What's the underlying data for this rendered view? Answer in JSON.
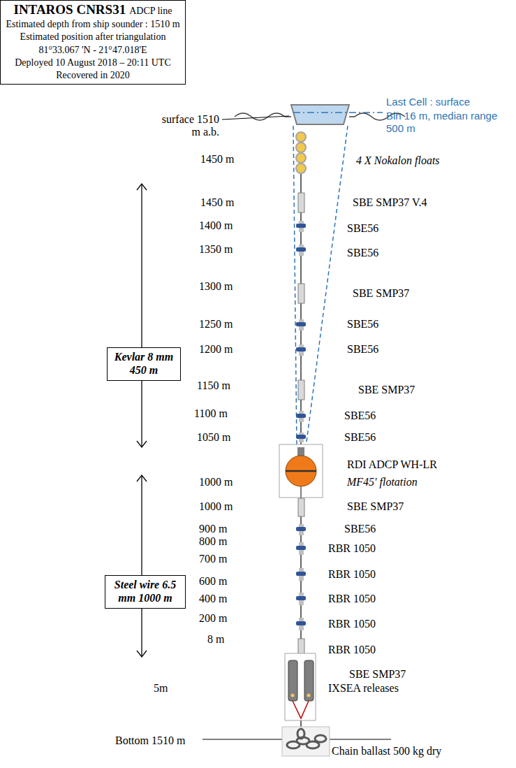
{
  "diagram": {
    "nodes": [
      {
        "text": [
          "INTAROS CNRS31",
          "ADCP line",
          "Estimated depth from ship sounder : 1510 m",
          "Estimated position after triangulation",
          "81°33.067 'N - 21°47.018'E",
          "Deployed 10 August 2018 – 20:11 UTC",
          "Recovered in 2020"
        ]
      },
      {
        "text": [
          "Kevlar 8 mm 450 m"
        ]
      },
      {
        "text": [
          "Steel wire 6.5 mm 1000 m"
        ]
      }
    ],
    "labels": [
      "Last Cell : surface",
      "Bin 16 m, median range 500 m",
      "surface 1510 m a.b.",
      "1450 m",
      "4 X Nokalon floats",
      "1450 m",
      "SBE SMP37 V.4",
      "1400 m",
      "SBE56",
      "1350 m",
      "SBE56",
      "1300 m",
      "SBE SMP37",
      "1250 m",
      "SBE56",
      "1200 m",
      "SBE56",
      "1150 m",
      "SBE SMP37",
      "1100 m",
      "SBE56",
      "1050 m",
      "SBE56",
      "1000 m",
      "RDI ADCP WH-LR",
      "MF45' flotation",
      "1000 m",
      "SBE SMP37",
      "900 m",
      "SBE56",
      "800 m",
      "RBR 1050",
      "700 m",
      "RBR 1050",
      "600 m",
      "400 m",
      "RBR 1050",
      "200 m",
      "RBR 1050",
      "8 m",
      "RBR 1050",
      "5m",
      "SBE SMP37",
      "IXSEA releases",
      "Bottom 1510 m",
      "Chain ballast 500 kg dry"
    ]
  }
}
